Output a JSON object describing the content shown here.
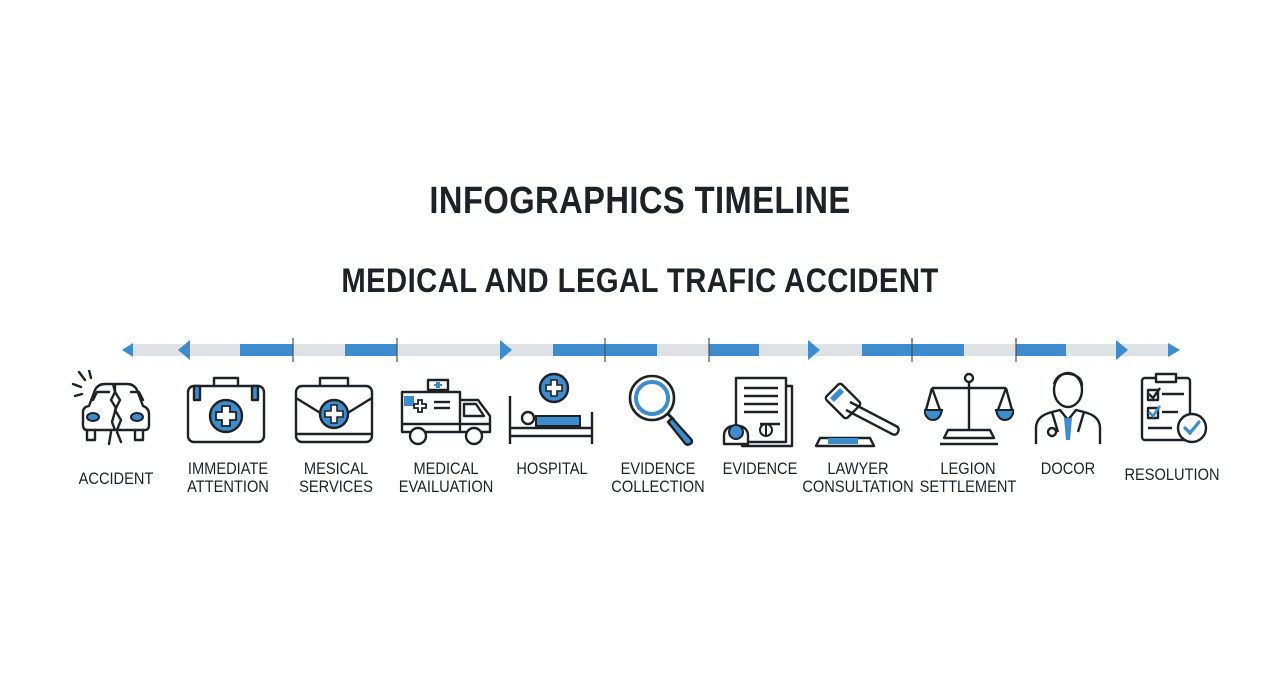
{
  "title": "INFOGRAPHICS TIMELINE",
  "subtitle": "MEDICAL AND LEGAL TRAFIC ACCIDENT",
  "colors": {
    "accent": "#3d8ccd",
    "track": "#dfe2e5",
    "ink": "#1e2227"
  },
  "steps": [
    {
      "icon": "car-crash-icon",
      "lines": [
        "ACCIDENT"
      ]
    },
    {
      "icon": "first-aid-kit-icon",
      "lines": [
        "IMMEDIATE",
        "ATTENTION"
      ]
    },
    {
      "icon": "medical-bag-icon",
      "lines": [
        "MESICAL",
        "SERVICES"
      ]
    },
    {
      "icon": "ambulance-icon",
      "lines": [
        "MEDICAL",
        "EVAILUATION"
      ]
    },
    {
      "icon": "hospital-bed-icon",
      "lines": [
        "HOSPITAL"
      ]
    },
    {
      "icon": "magnifier-icon",
      "lines": [
        "EVIDENCE",
        "COLLECTION"
      ]
    },
    {
      "icon": "document-seal-icon",
      "lines": [
        "EVIDENCE"
      ]
    },
    {
      "icon": "gavel-icon",
      "lines": [
        "LAWYER",
        "CONSULTATION"
      ]
    },
    {
      "icon": "scales-icon",
      "lines": [
        "LEGION",
        "SETTLEMENT"
      ]
    },
    {
      "icon": "doctor-icon",
      "lines": [
        "DOCOR"
      ]
    },
    {
      "icon": "checklist-icon",
      "lines": [
        "RESOLUTION"
      ]
    }
  ]
}
